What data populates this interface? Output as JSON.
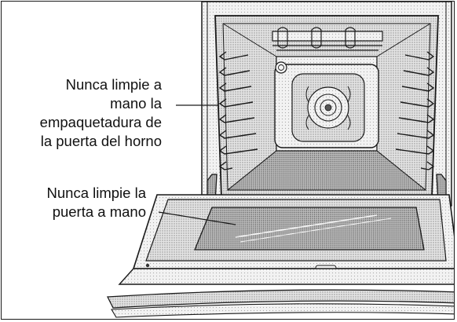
{
  "callouts": {
    "gasket": "Nunca limpie a\nmano la\nempaquetadura de\nla puerta del horno",
    "door": "Nunca limpie la\npuerta a mano"
  },
  "colors": {
    "line": "#1a1a1a",
    "cavity": "#d9d9d9",
    "shadow": "#9a9a9a",
    "glass": "#c4c4c4",
    "background": "#ffffff"
  },
  "icons": [
    "oven-cavity",
    "oven-rack",
    "rack-guide",
    "convection-fan",
    "oven-light",
    "door-hinge",
    "door-handle",
    "door-glass"
  ]
}
